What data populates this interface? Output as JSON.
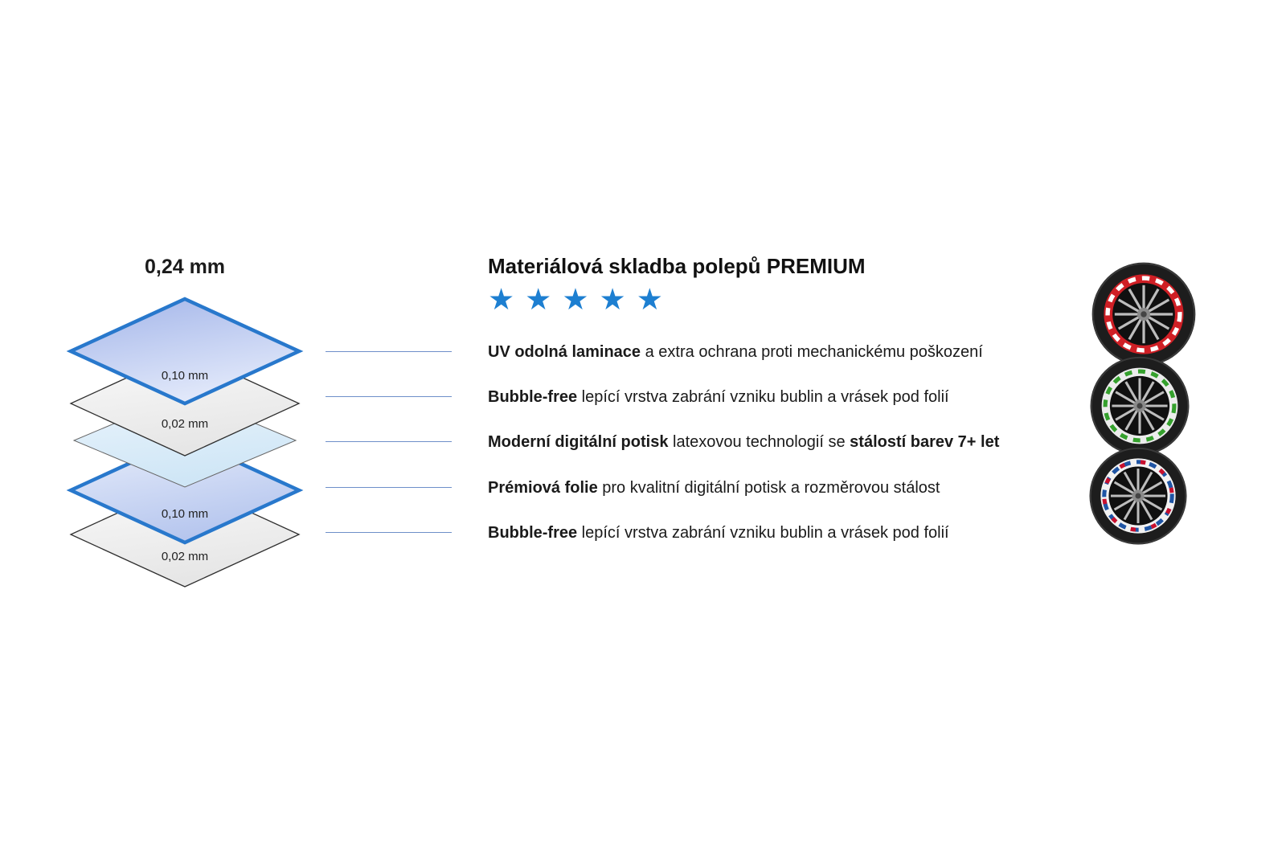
{
  "diagram": {
    "total_thickness": "0,24 mm",
    "layers": [
      {
        "name": "uv-laminate-layer",
        "thickness": "0,10 mm"
      },
      {
        "name": "adhesive-top-layer",
        "thickness": "0,02 mm"
      },
      {
        "name": "digital-print-layer",
        "thickness": ""
      },
      {
        "name": "premium-film-layer",
        "thickness": "0,10 mm"
      },
      {
        "name": "adhesive-bottom-layer",
        "thickness": "0,02 mm"
      }
    ]
  },
  "content": {
    "title": "Materiálová skladba polepů PREMIUM",
    "rating_stars": 5,
    "features": [
      {
        "segments": [
          {
            "t": "UV odolná laminace",
            "b": true
          },
          {
            "t": " a extra ochrana proti mechanickému poškození",
            "b": false
          }
        ]
      },
      {
        "segments": [
          {
            "t": "Bubble-free",
            "b": true
          },
          {
            "t": " lepící vrstva zabrání vzniku bublin a vrásek pod folií",
            "b": false
          }
        ]
      },
      {
        "segments": [
          {
            "t": "Moderní digitální potisk",
            "b": true
          },
          {
            "t": " latexovou technologií se ",
            "b": false
          },
          {
            "t": "stálostí barev 7+ let",
            "b": true
          }
        ]
      },
      {
        "segments": [
          {
            "t": "Prémiová folie",
            "b": true
          },
          {
            "t": " pro kvalitní digitální potisk a rozměrovou stálost",
            "b": false
          }
        ]
      },
      {
        "segments": [
          {
            "t": "Bubble-free",
            "b": true
          },
          {
            "t": " lepící vrstva zabrání vzniku bublin a vrásek pod folií",
            "b": false
          }
        ]
      }
    ]
  },
  "wheels": [
    {
      "name": "wheel-red-rim-icon",
      "tire": "#1d1d1d",
      "ring": "#cf1f25",
      "dash": "#ffffff"
    },
    {
      "name": "wheel-green-rim-icon",
      "tire": "#1d1d1d",
      "ring": "#ececec",
      "dash": "#35a12d"
    },
    {
      "name": "wheel-blue-red-rim-icon",
      "tire": "#1d1d1d",
      "ring": "#f2f2f2",
      "dash": "#1f55a5",
      "dash2": "#c8102e"
    }
  ],
  "colors": {
    "accent_star_blue": "#1d7fd1",
    "layer_border_blue": "#2878cc",
    "connector_line": "#6e8fc9"
  }
}
